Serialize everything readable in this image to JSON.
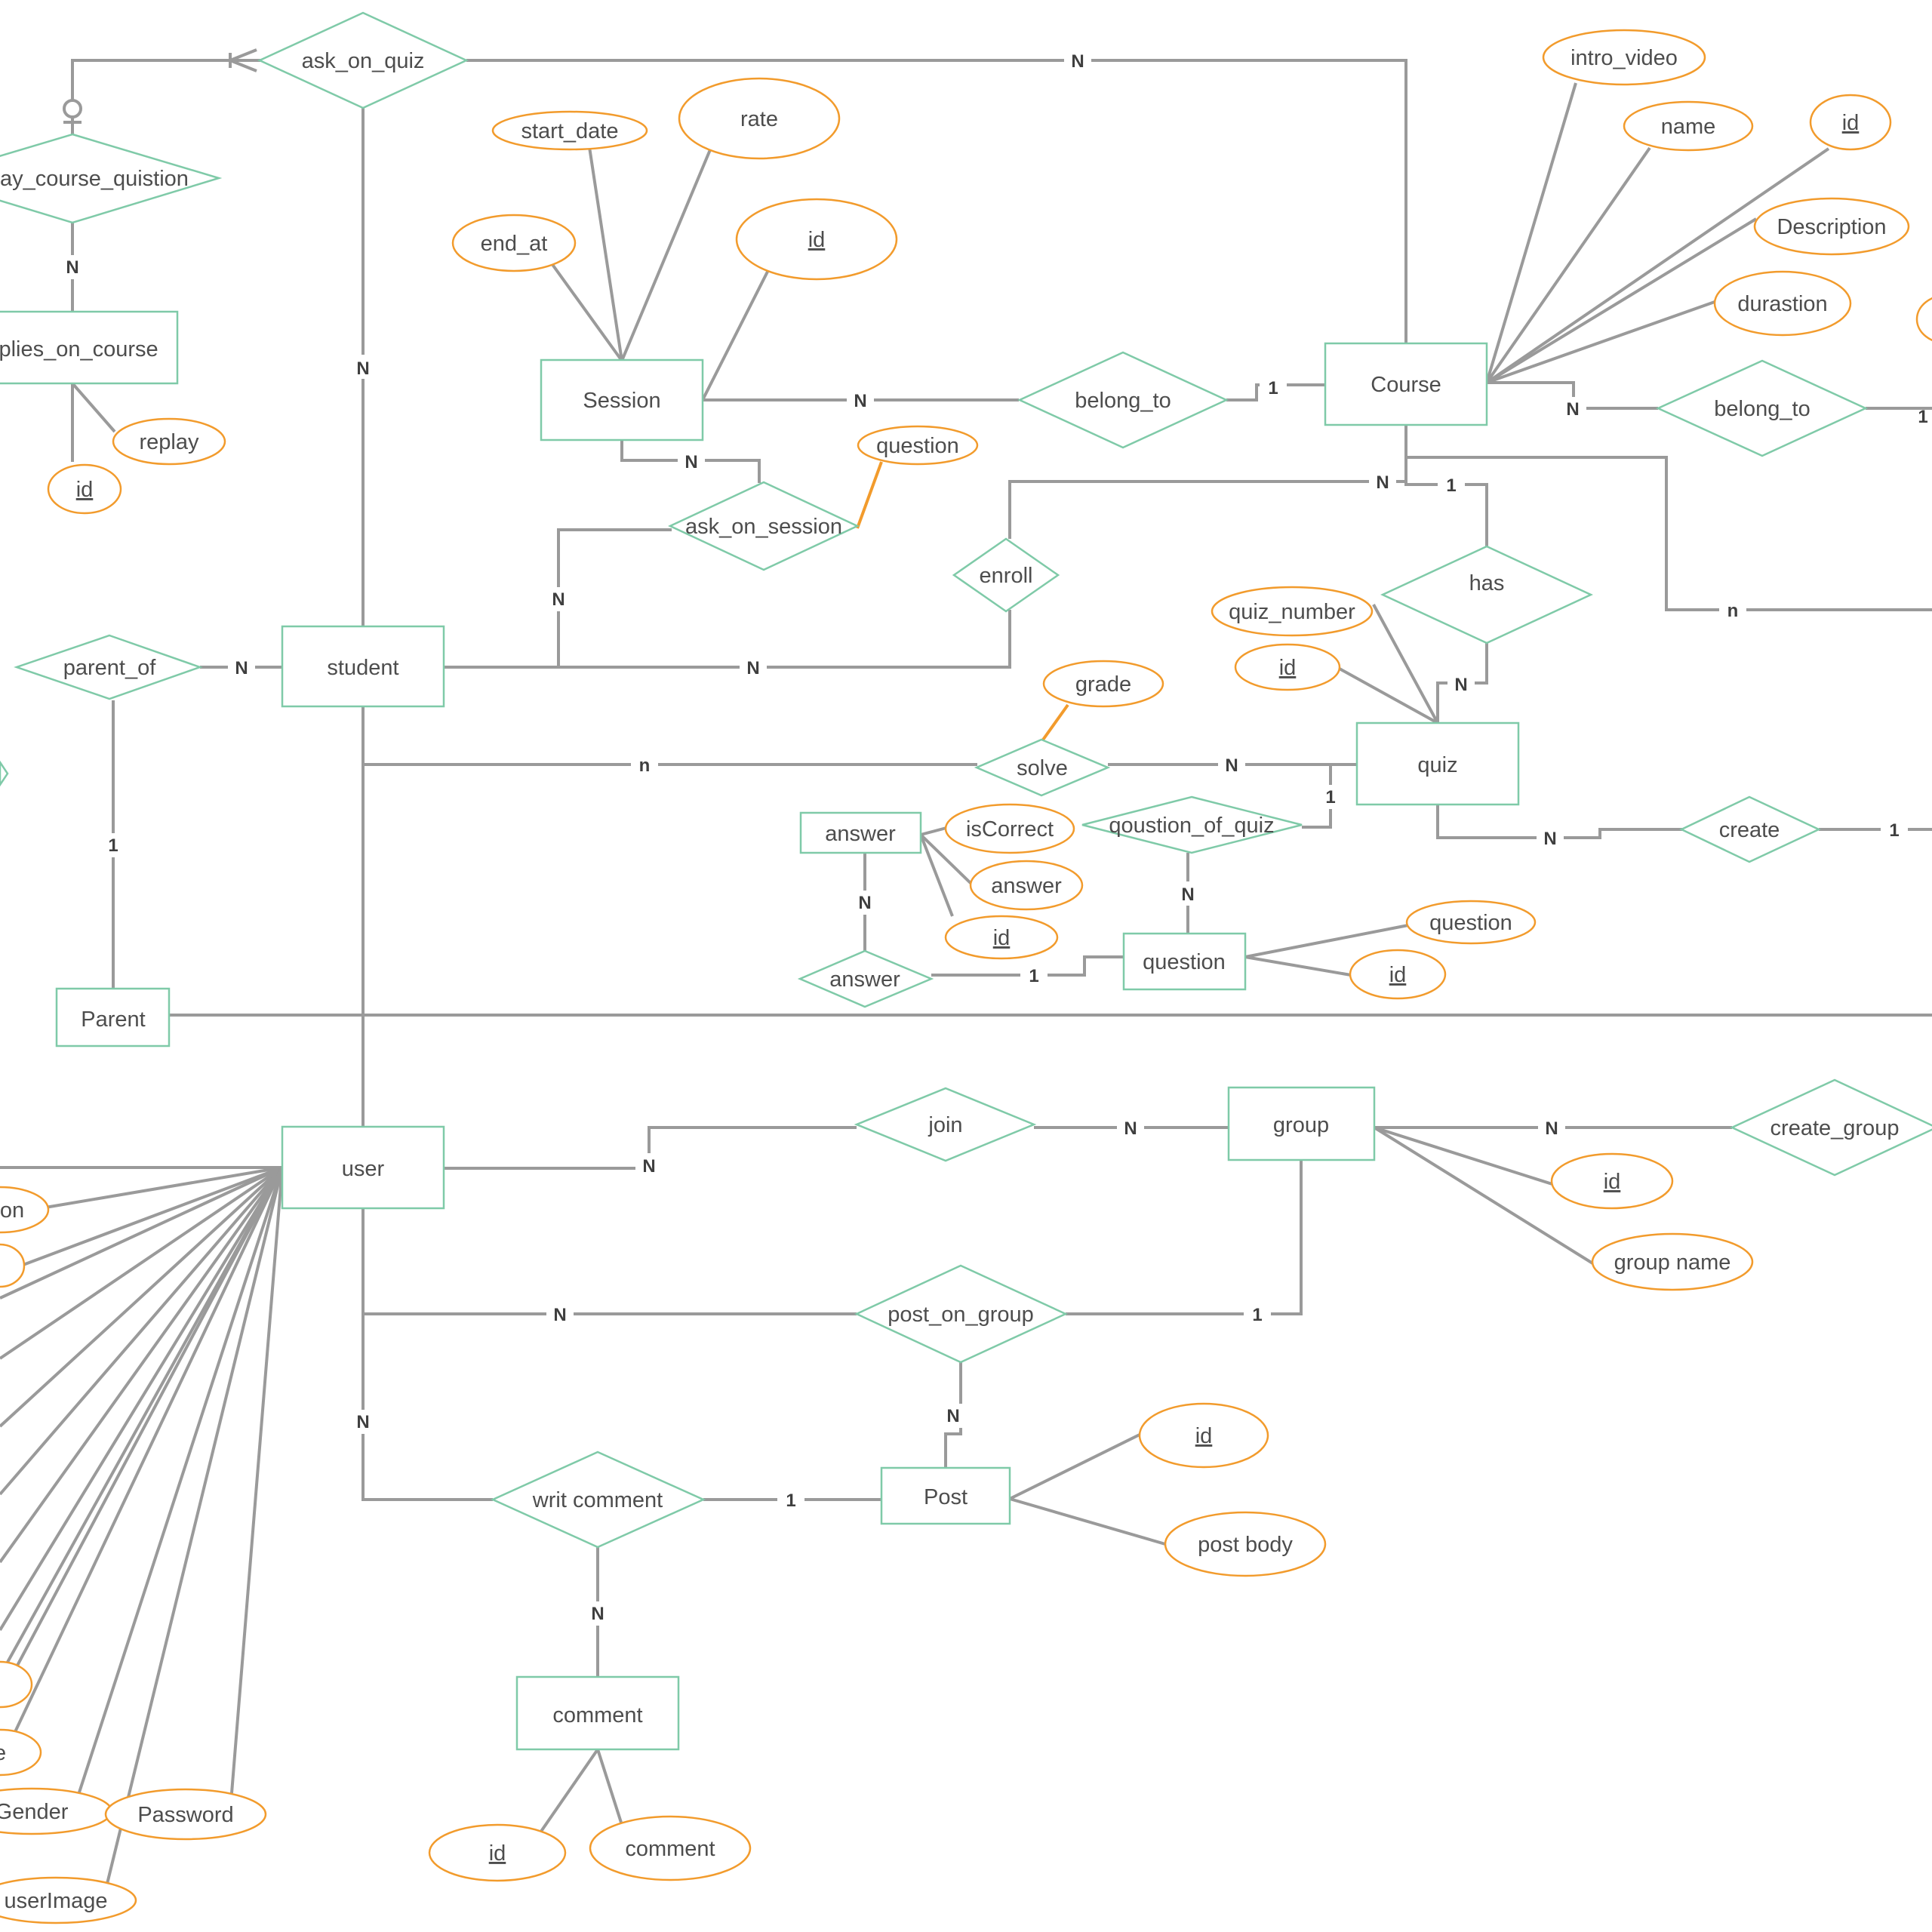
{
  "colors": {
    "entity_stroke": "#7fcaa8",
    "relationship_stroke": "#7fcaa8",
    "attribute_stroke": "#f29b2c",
    "connector": "#9a9a9a",
    "text": "#4d4d4d",
    "background": "#ffffff"
  },
  "entities": {
    "session": "Session",
    "course": "Course",
    "student": "student",
    "quiz": "quiz",
    "answer": "answer",
    "question": "question",
    "parent": "Parent",
    "user": "user",
    "group": "group",
    "post": "Post",
    "comment": "comment",
    "replies_on_course": "eplies_on_course"
  },
  "relationships": {
    "ask_on_quiz": "ask_on_quiz",
    "reply_course_quistion": "ay_course_quistion",
    "belong_to_session": "belong_to",
    "belong_to_course": "belong_to",
    "ask_on_session": "ask_on_session",
    "enroll": "enroll",
    "has": "has",
    "parent_of": "parent_of",
    "solve": "solve",
    "qoustion_of_quiz": "qoustion_of_quiz",
    "create": "create",
    "answer": "answer",
    "join": "join",
    "create_group": "create_group",
    "post_on_group": "post_on_group",
    "writ_comment": "writ comment"
  },
  "attributes": {
    "intro_video": "intro_video",
    "course_name": "name",
    "course_id": "id",
    "description": "Description",
    "durastion": "durastion",
    "start_date": "start_date",
    "rate": "rate",
    "end_at": "end_at",
    "session_id": "id",
    "session_question": "question",
    "replay": "replay",
    "reply_id": "id",
    "quiz_number": "quiz_number",
    "quiz_id": "id",
    "grade": "grade",
    "is_correct": "isCorrect",
    "answer_text": "answer",
    "answer_id": "id",
    "question_text": "question",
    "question_id": "id",
    "group_id": "id",
    "group_name": "group name",
    "post_id": "id",
    "post_body": "post body",
    "comment_id": "id",
    "comment_text": "comment",
    "user_on": "on",
    "user_e": "e",
    "gender": "Gender",
    "password": "Password",
    "user_image": "userImage"
  },
  "cardinalities": {
    "ask_on_quiz_course": "N",
    "ask_on_quiz_student": "N",
    "reply_n": "N",
    "session_belong": "N",
    "belong_course_1": "1",
    "session_ask": "N",
    "student_ask": "N",
    "course_belong2": "N",
    "belong2_right": "1",
    "course_enroll": "N",
    "course_has": "1",
    "course_n": "n",
    "student_enroll": "N",
    "has_quiz": "N",
    "parent_of_student": "N",
    "parent_of_parent": "1",
    "student_solve": "n",
    "solve_quiz": "N",
    "quiz_qoustion": "1",
    "qoustion_question": "N",
    "quiz_create": "N",
    "create_right": "1",
    "answer_answer": "N",
    "answer_question": "1",
    "user_join": "N",
    "join_group": "N",
    "group_create": "N",
    "user_post": "N",
    "post_group": "1",
    "post_post": "N",
    "user_comment": "N",
    "comment_post": "1",
    "comment_comment": "N"
  }
}
